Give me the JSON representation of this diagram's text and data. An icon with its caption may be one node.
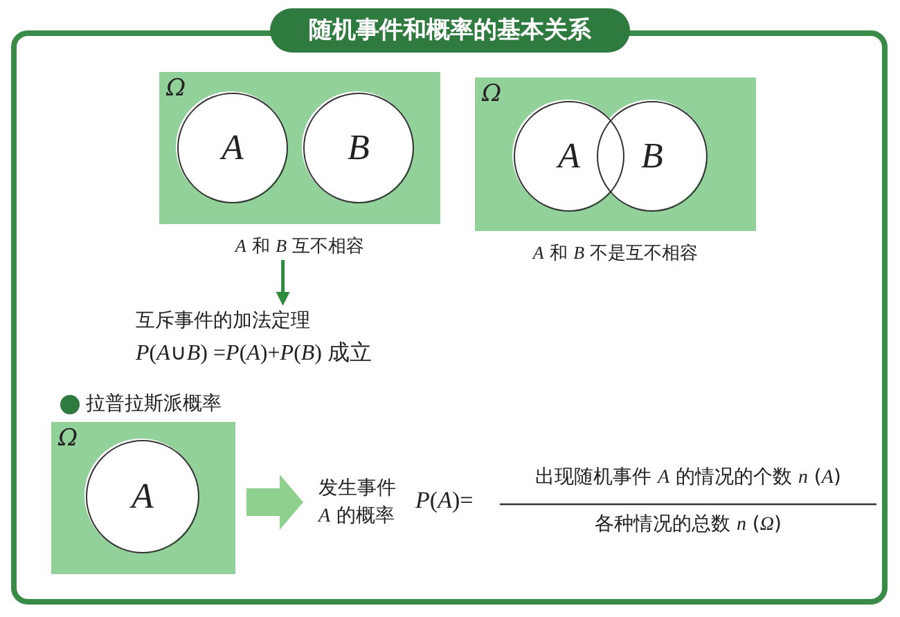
{
  "diagram": {
    "title": "随机事件和概率的基本关系",
    "nodes": [
      {
        "text": [
          "Ω"
        ],
        "beside": [
          "*A* 和 *B* 互不相容"
        ]
      },
      {
        "text": [
          "A"
        ],
        "in": 0
      },
      {
        "text": [
          "B"
        ],
        "in": 0
      },
      {
        "text": [
          "Ω"
        ],
        "beside": [
          "*A* 和 *B* 不是互不相容"
        ]
      },
      {
        "text": [
          "A"
        ],
        "in": 3
      },
      {
        "text": [
          "B"
        ],
        "in": 3
      },
      {
        "text": [
          "互斥事件的加法定理",
          "*P*(*A*∪*B*) =*P*(*A*)+*P*(*B*) 成立"
        ]
      },
      {
        "text": [
          "Ω"
        ]
      },
      {
        "text": [
          "A"
        ],
        "in": 7
      },
      {
        "text": [
          "发生事件 *A* 的概率"
        ]
      }
    ],
    "edges": [
      {
        "from": 0,
        "to": 6,
        "arrow": "to",
        "color": "#2e8b3e"
      },
      {
        "from": 7,
        "to": 9,
        "arrow": "to",
        "style": "thick",
        "color": "#8fd08f"
      }
    ],
    "labels": [
      "拉普拉斯派概率",
      "*P*(*A*)=",
      "出现随机事件 *A* 的情况的个数 *n* (*A*)",
      "各种情况的总数 *n* (*Ω*)"
    ]
  }
}
